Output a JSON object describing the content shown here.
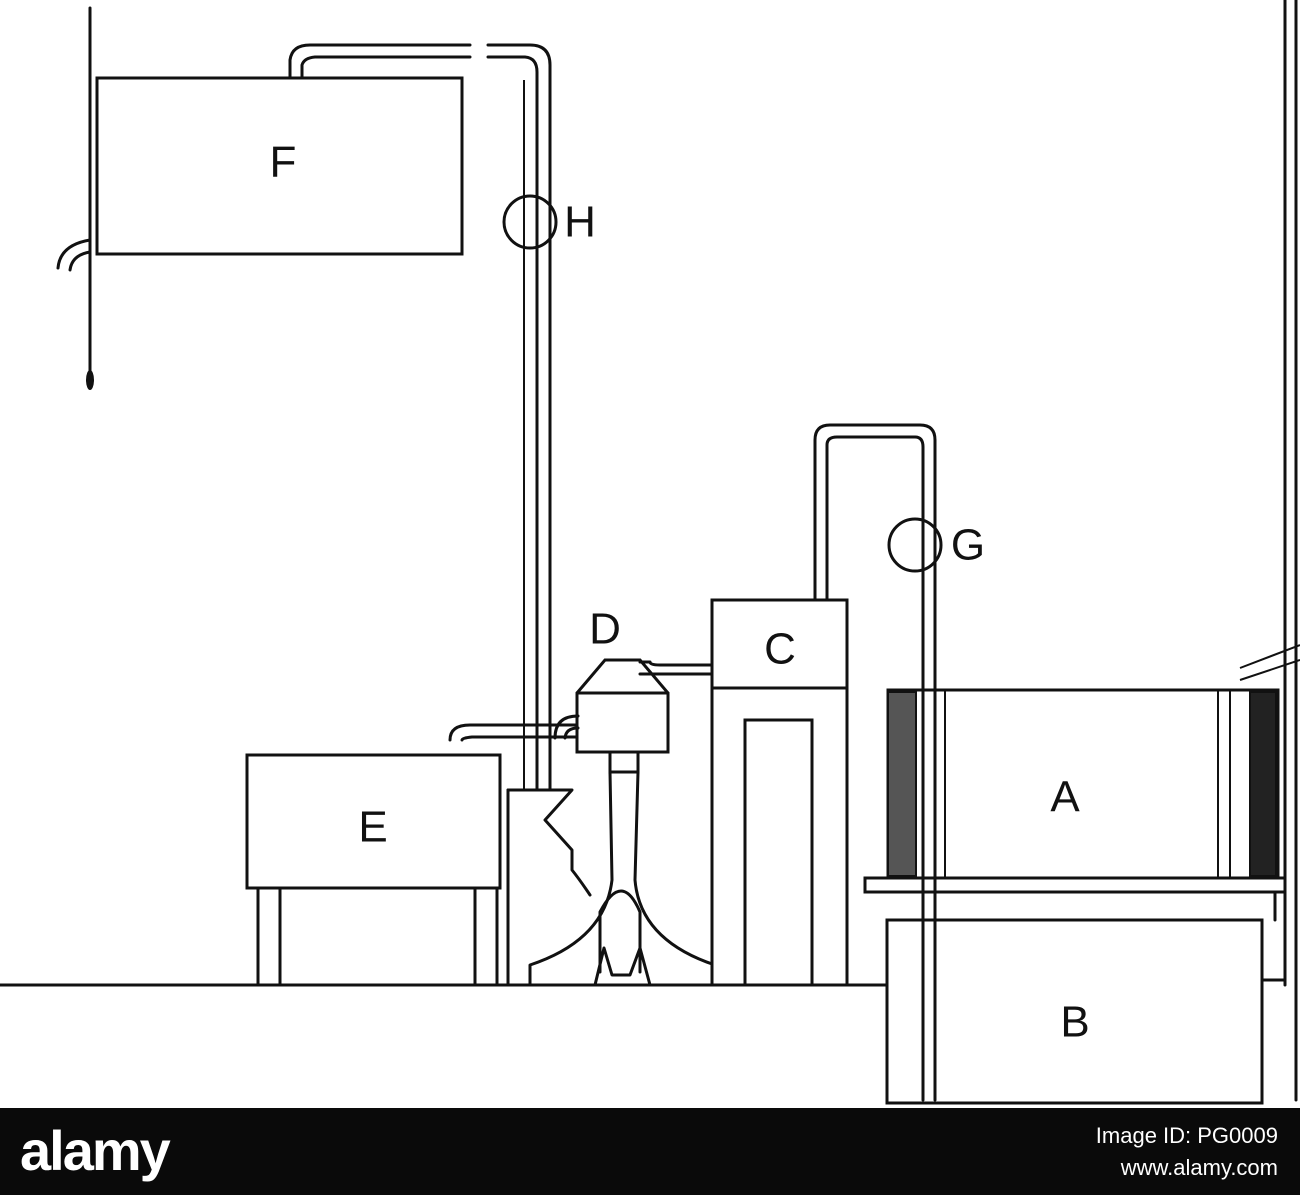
{
  "diagram": {
    "labels": {
      "A": "A",
      "B": "B",
      "C": "C",
      "D": "D",
      "E": "E",
      "F": "F",
      "G": "G",
      "H": "H"
    }
  },
  "footer": {
    "brand": "alamy",
    "image_id": "Image ID: PG0009",
    "site": "www.alamy.com"
  },
  "colors": {
    "line": "#111111",
    "background": "#ffffff",
    "footer": "#0a0a0a"
  }
}
